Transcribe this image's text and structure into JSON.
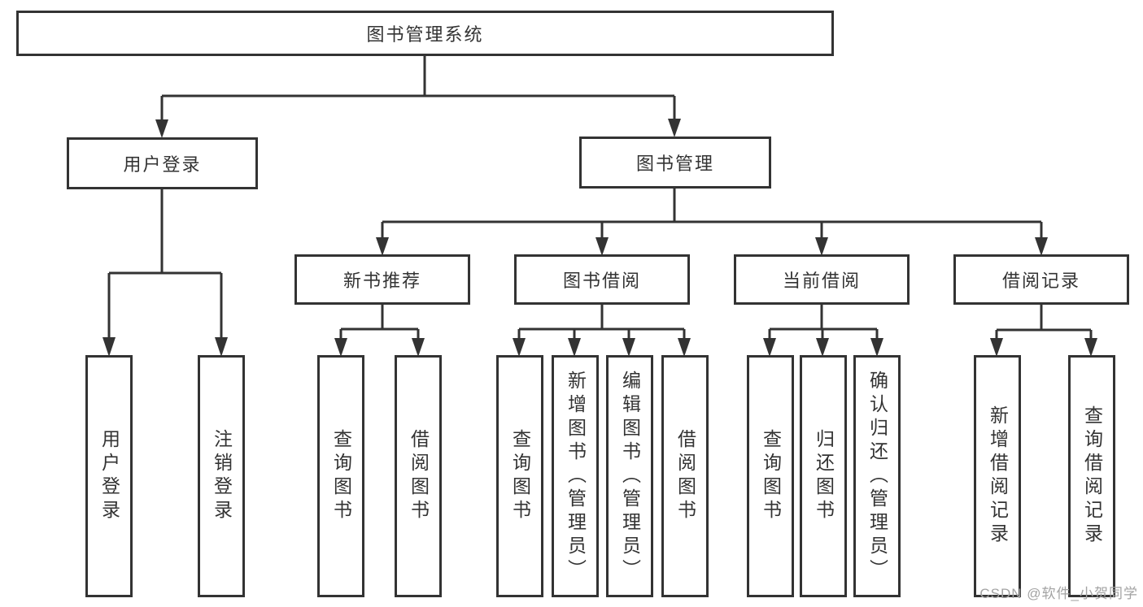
{
  "colors": {
    "line": "#333333",
    "box_border": "#333333",
    "text": "#333333",
    "watermark_text": "#a3a3a3",
    "background": "#ffffff"
  },
  "tree": {
    "root": "图书管理系统",
    "children": [
      {
        "label": "用户登录",
        "children": [
          "用户登录",
          "注销登录"
        ]
      },
      {
        "label": "图书管理",
        "children": [
          {
            "label": "新书推荐",
            "children": [
              "查询图书",
              "借阅图书"
            ]
          },
          {
            "label": "图书借阅",
            "children": [
              "查询图书",
              "新增图书（管理员）",
              "编辑图书（管理员）",
              "借阅图书"
            ]
          },
          {
            "label": "当前借阅",
            "children": [
              "查询图书",
              "归还图书",
              "确认归还（管理员）"
            ]
          },
          {
            "label": "借阅记录",
            "children": [
              "新增借阅记录",
              "查询借阅记录"
            ]
          }
        ]
      }
    ]
  },
  "watermark": "CSDN @软件_小贺同学"
}
